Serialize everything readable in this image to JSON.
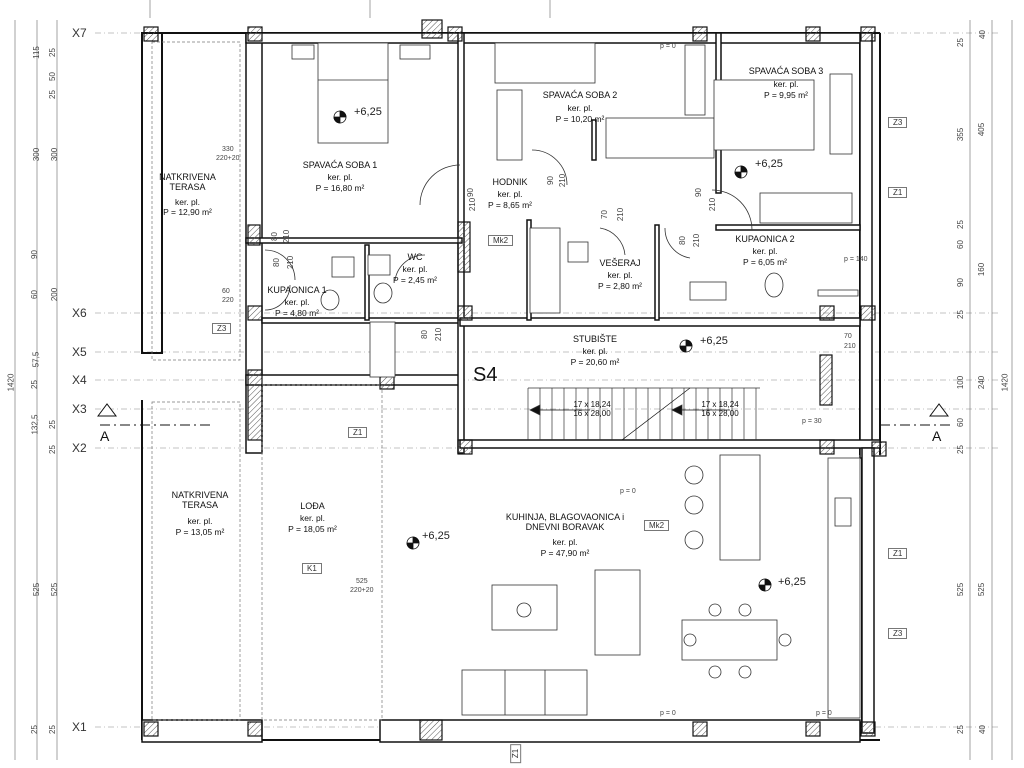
{
  "axes": {
    "left": [
      "X7",
      "X6",
      "X5",
      "X4",
      "X3",
      "X2",
      "X1"
    ]
  },
  "section_marks": [
    "A",
    "A"
  ],
  "sheet_mark": "S4",
  "rooms": [
    {
      "name": "NATKRIVENA\nTERASA",
      "floor": "ker. pl.",
      "area": "P = 12,90 m²"
    },
    {
      "name": "SPAVAĆA SOBA 1",
      "floor": "ker. pl.",
      "area": "P = 16,80 m²"
    },
    {
      "name": "SPAVAĆA SOBA 2",
      "floor": "ker. pl.",
      "area": "P = 10,20 m²"
    },
    {
      "name": "SPAVAĆA SOBA 3",
      "floor": "ker. pl.",
      "area": "P = 9,95 m²"
    },
    {
      "name": "HODNIK",
      "floor": "ker. pl.",
      "area": "P = 8,65 m²"
    },
    {
      "name": "WC",
      "floor": "ker. pl.",
      "area": "P = 2,45 m²"
    },
    {
      "name": "KUPAONICA 1",
      "floor": "ker. pl.",
      "area": "P = 4,80 m²"
    },
    {
      "name": "VEŠERAJ",
      "floor": "ker. pl.",
      "area": "P = 2,80 m²"
    },
    {
      "name": "KUPAONICA 2",
      "floor": "ker. pl.",
      "area": "P = 6,05 m²"
    },
    {
      "name": "STUBIŠTE",
      "floor": "ker. pl.",
      "area": "P = 20,60 m²"
    },
    {
      "name": "NATKRIVENA\nTERASA",
      "floor": "ker. pl.",
      "area": "P = 13,05 m²"
    },
    {
      "name": "LOĐA",
      "floor": "ker. pl.",
      "area": "P = 18,05 m²"
    },
    {
      "name": "KUHINJA, BLAGOVAONICA i\nDNEVNI BORAVAK",
      "floor": "ker. pl.",
      "area": "P = 47,90 m²"
    }
  ],
  "levels": [
    "+6,25",
    "+6,25",
    "+6,25",
    "+6,25",
    "+6,25"
  ],
  "stairs": [
    {
      "line1": "17 x 18,24",
      "line2": "16 x 28,00"
    },
    {
      "line1": "17 x 18,24",
      "line2": "16 x 28,00"
    }
  ],
  "tags": [
    "Z3",
    "Z1",
    "Z3",
    "Z1",
    "Mk2",
    "Mk2",
    "K1",
    "Z1",
    "Z3",
    "Z1"
  ],
  "dims_left_outer": [
    "115",
    "300",
    "90",
    "60",
    "57,5",
    "25",
    "132,5",
    "525",
    "25"
  ],
  "dims_left_inner": [
    "25",
    "50",
    "25",
    "300",
    "200",
    "25",
    "25",
    "525",
    "25"
  ],
  "dims_left_total": "1420",
  "dims_right_outer": [
    "40",
    "405",
    "160",
    "240",
    "525",
    "40"
  ],
  "dims_right_inner": [
    "25",
    "355",
    "25",
    "60",
    "90",
    "25",
    "100",
    "60",
    "25",
    "525",
    "25"
  ],
  "dims_right_total": "1420",
  "door_dims": [
    "90",
    "210",
    "80",
    "210",
    "90",
    "210",
    "70",
    "210",
    "80",
    "210",
    "90",
    "210",
    "60",
    "220",
    "80",
    "210",
    "70",
    "210",
    "80",
    "210",
    "330",
    "220+20",
    "525",
    "220+20"
  ],
  "misc": [
    "p = 0",
    "p = 30",
    "p = 140",
    "p = 0",
    "p = 0",
    "p = 0"
  ]
}
